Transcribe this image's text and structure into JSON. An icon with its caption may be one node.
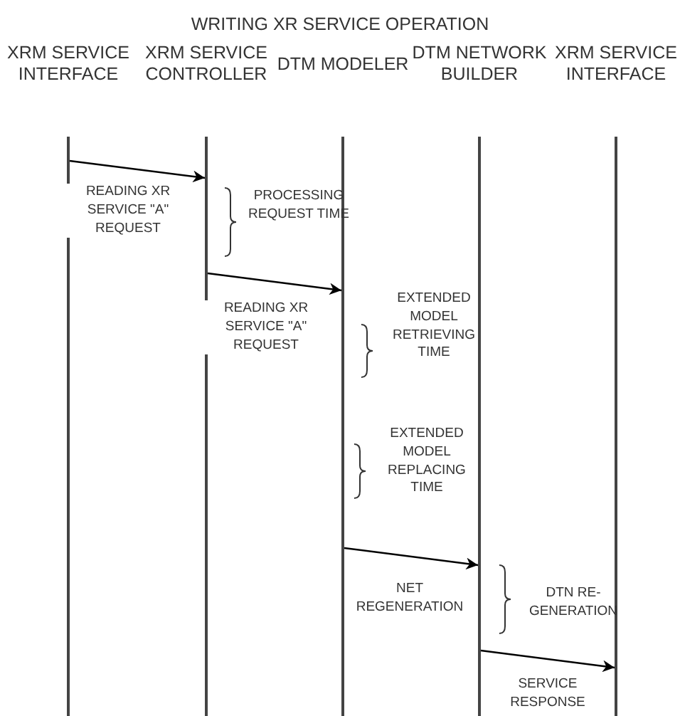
{
  "diagram": {
    "title": "WRITING XR SERVICE OPERATION",
    "nodes": [
      {
        "text": [
          "XRM SERVICE INTERFACE"
        ]
      },
      {
        "text": [
          "XRM SERVICE CONTROLLER"
        ]
      },
      {
        "text": [
          "DTM MODELER"
        ]
      },
      {
        "text": [
          "DTM NETWORK BUILDER"
        ]
      },
      {
        "text": [
          "XRM SERVICE INTERFACE"
        ]
      }
    ],
    "edges": [
      {
        "from": 0,
        "to": 1,
        "arrow": "to",
        "label": "READING XR SERVICE \"A\" REQUEST"
      },
      {
        "from": 1,
        "to": 2,
        "arrow": "to",
        "label": "READING XR SERVICE \"A\" REQUEST"
      },
      {
        "from": 2,
        "to": 3,
        "arrow": "to",
        "label": "NET REGENERATION"
      },
      {
        "from": 3,
        "to": 4,
        "arrow": "to",
        "label": "SERVICE RESPONSE"
      }
    ],
    "labels": [
      "PROCESSING REQUEST TIME",
      "EXTENDED MODEL RETRIEVING TIME",
      "EXTENDED MODEL REPLACING TIME",
      "DTN RE-GENERATION"
    ]
  }
}
